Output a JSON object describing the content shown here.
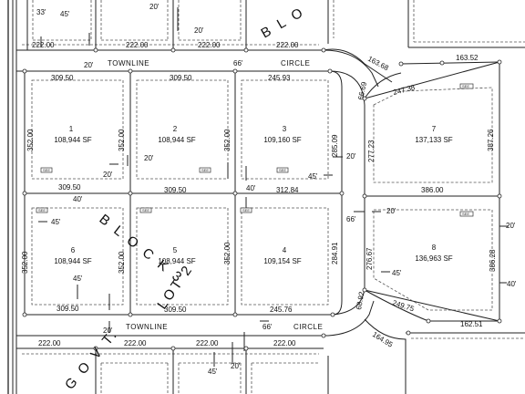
{
  "streets": {
    "top": [
      "TOWNLINE",
      "CIRCLE"
    ],
    "bottom": [
      "TOWNLINE",
      "CIRCLE"
    ],
    "width": "66'"
  },
  "block_label": "B L O C K   3",
  "block_label_top": "B L O",
  "lot_label": "LOT  2",
  "govt_label": "G O V T.",
  "lots": [
    {
      "num": "1",
      "area": "108,944 SF"
    },
    {
      "num": "2",
      "area": "108,944 SF"
    },
    {
      "num": "3",
      "area": "109,160 SF"
    },
    {
      "num": "4",
      "area": "109,154 SF"
    },
    {
      "num": "5",
      "area": "108,944 SF"
    },
    {
      "num": "6",
      "area": "108,944 SF"
    },
    {
      "num": "7",
      "area": "137,133 SF"
    },
    {
      "num": "8",
      "area": "136,963 SF"
    }
  ],
  "dims": {
    "d33": "33'",
    "d45a": "45'",
    "d20a": "20'",
    "d20b": "20'",
    "t222a": "222.00",
    "t222b": "222.00",
    "t222c": "222.00",
    "t222d": "222.00",
    "d20c": "20'",
    "d163_68": "163.68",
    "d163_52": "163.52",
    "d309_50a": "309.50",
    "d309_50b": "309.50",
    "d245_93": "245.93",
    "d247_38": "247.38",
    "d66_69": "66.69",
    "d352a": "352.00",
    "d352b": "352.00",
    "d352c": "352.00",
    "d285_09": "285.09",
    "d277_23": "277.23",
    "d387_26": "387.26",
    "d20d": "20'",
    "d20e": "20'",
    "d45b": "45'",
    "d20f": "20'",
    "d309_50c": "309.50",
    "d309_50d": "309.50",
    "d312_84": "312.84",
    "d40a": "40'",
    "d40b": "40'",
    "d386": "386.00",
    "d45c": "45'",
    "d66b": "66'",
    "d20g": "20'",
    "d20h": "20'",
    "d352d": "352.00",
    "d352e": "352.00",
    "d352f": "352.00",
    "d284_91": "284.91",
    "d276_67": "276.67",
    "d386_28": "386.28",
    "d45d": "45'",
    "d45e": "45'",
    "d40c": "40'",
    "d309_50e": "309.50",
    "d309_50f": "309.50",
    "d245_76": "245.76",
    "d68_92": "68.92",
    "d249_75": "249.75",
    "d162_51": "162.51",
    "d20i": "20'",
    "d164_95": "164.95",
    "b222a": "222.00",
    "b222b": "222.00",
    "b222c": "222.00",
    "b222d": "222.00",
    "d45f": "45'",
    "d20j": "20'"
  },
  "tag_text": "SEE"
}
